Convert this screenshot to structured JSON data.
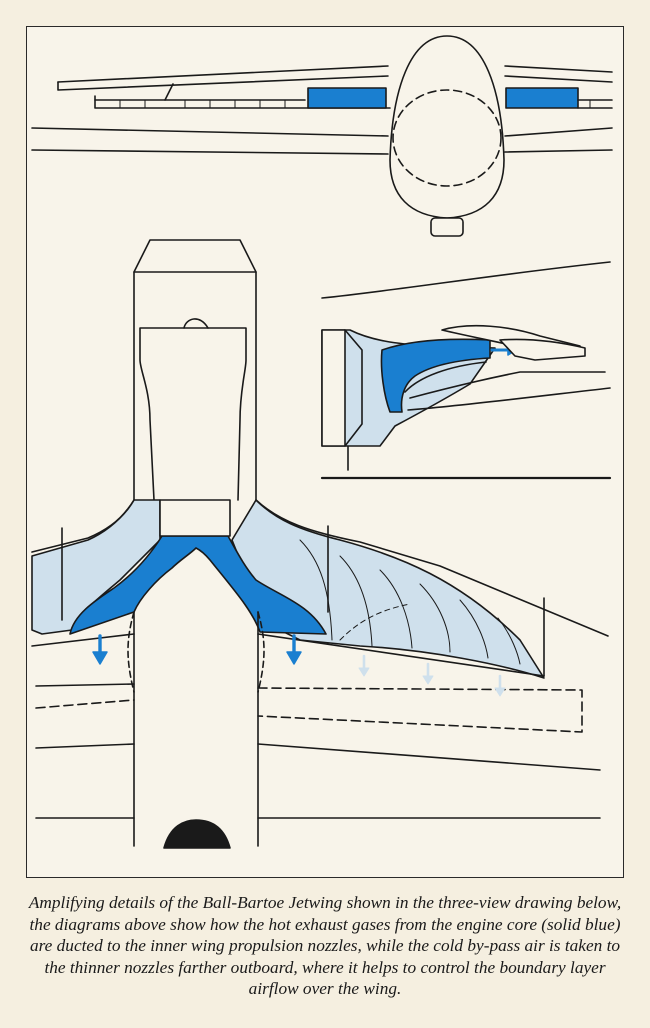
{
  "caption": {
    "text": "Amplifying details of the Ball-Bartoe Jetwing shown in the three-view drawing below, the diagrams above show how the hot exhaust gases from the engine core (solid blue) are ducted to the inner wing propulsion nozzles, while the cold by-pass air is taken to the thinner nozzles farther outboard, where it helps to control the boundary layer airflow over the wing."
  },
  "colors": {
    "hot_core": "#1a7fd0",
    "cold_bypass": "#cfe0ec",
    "line": "#1a1a1a",
    "paper": "#f8f4ea"
  },
  "diagrams": [
    {
      "name": "front-view",
      "icon": "front-view-wing-section"
    },
    {
      "name": "nozzle-cutaway",
      "icon": "nozzle-cutaway-detail"
    },
    {
      "name": "plan-view",
      "icon": "plan-view-wing-root"
    }
  ]
}
